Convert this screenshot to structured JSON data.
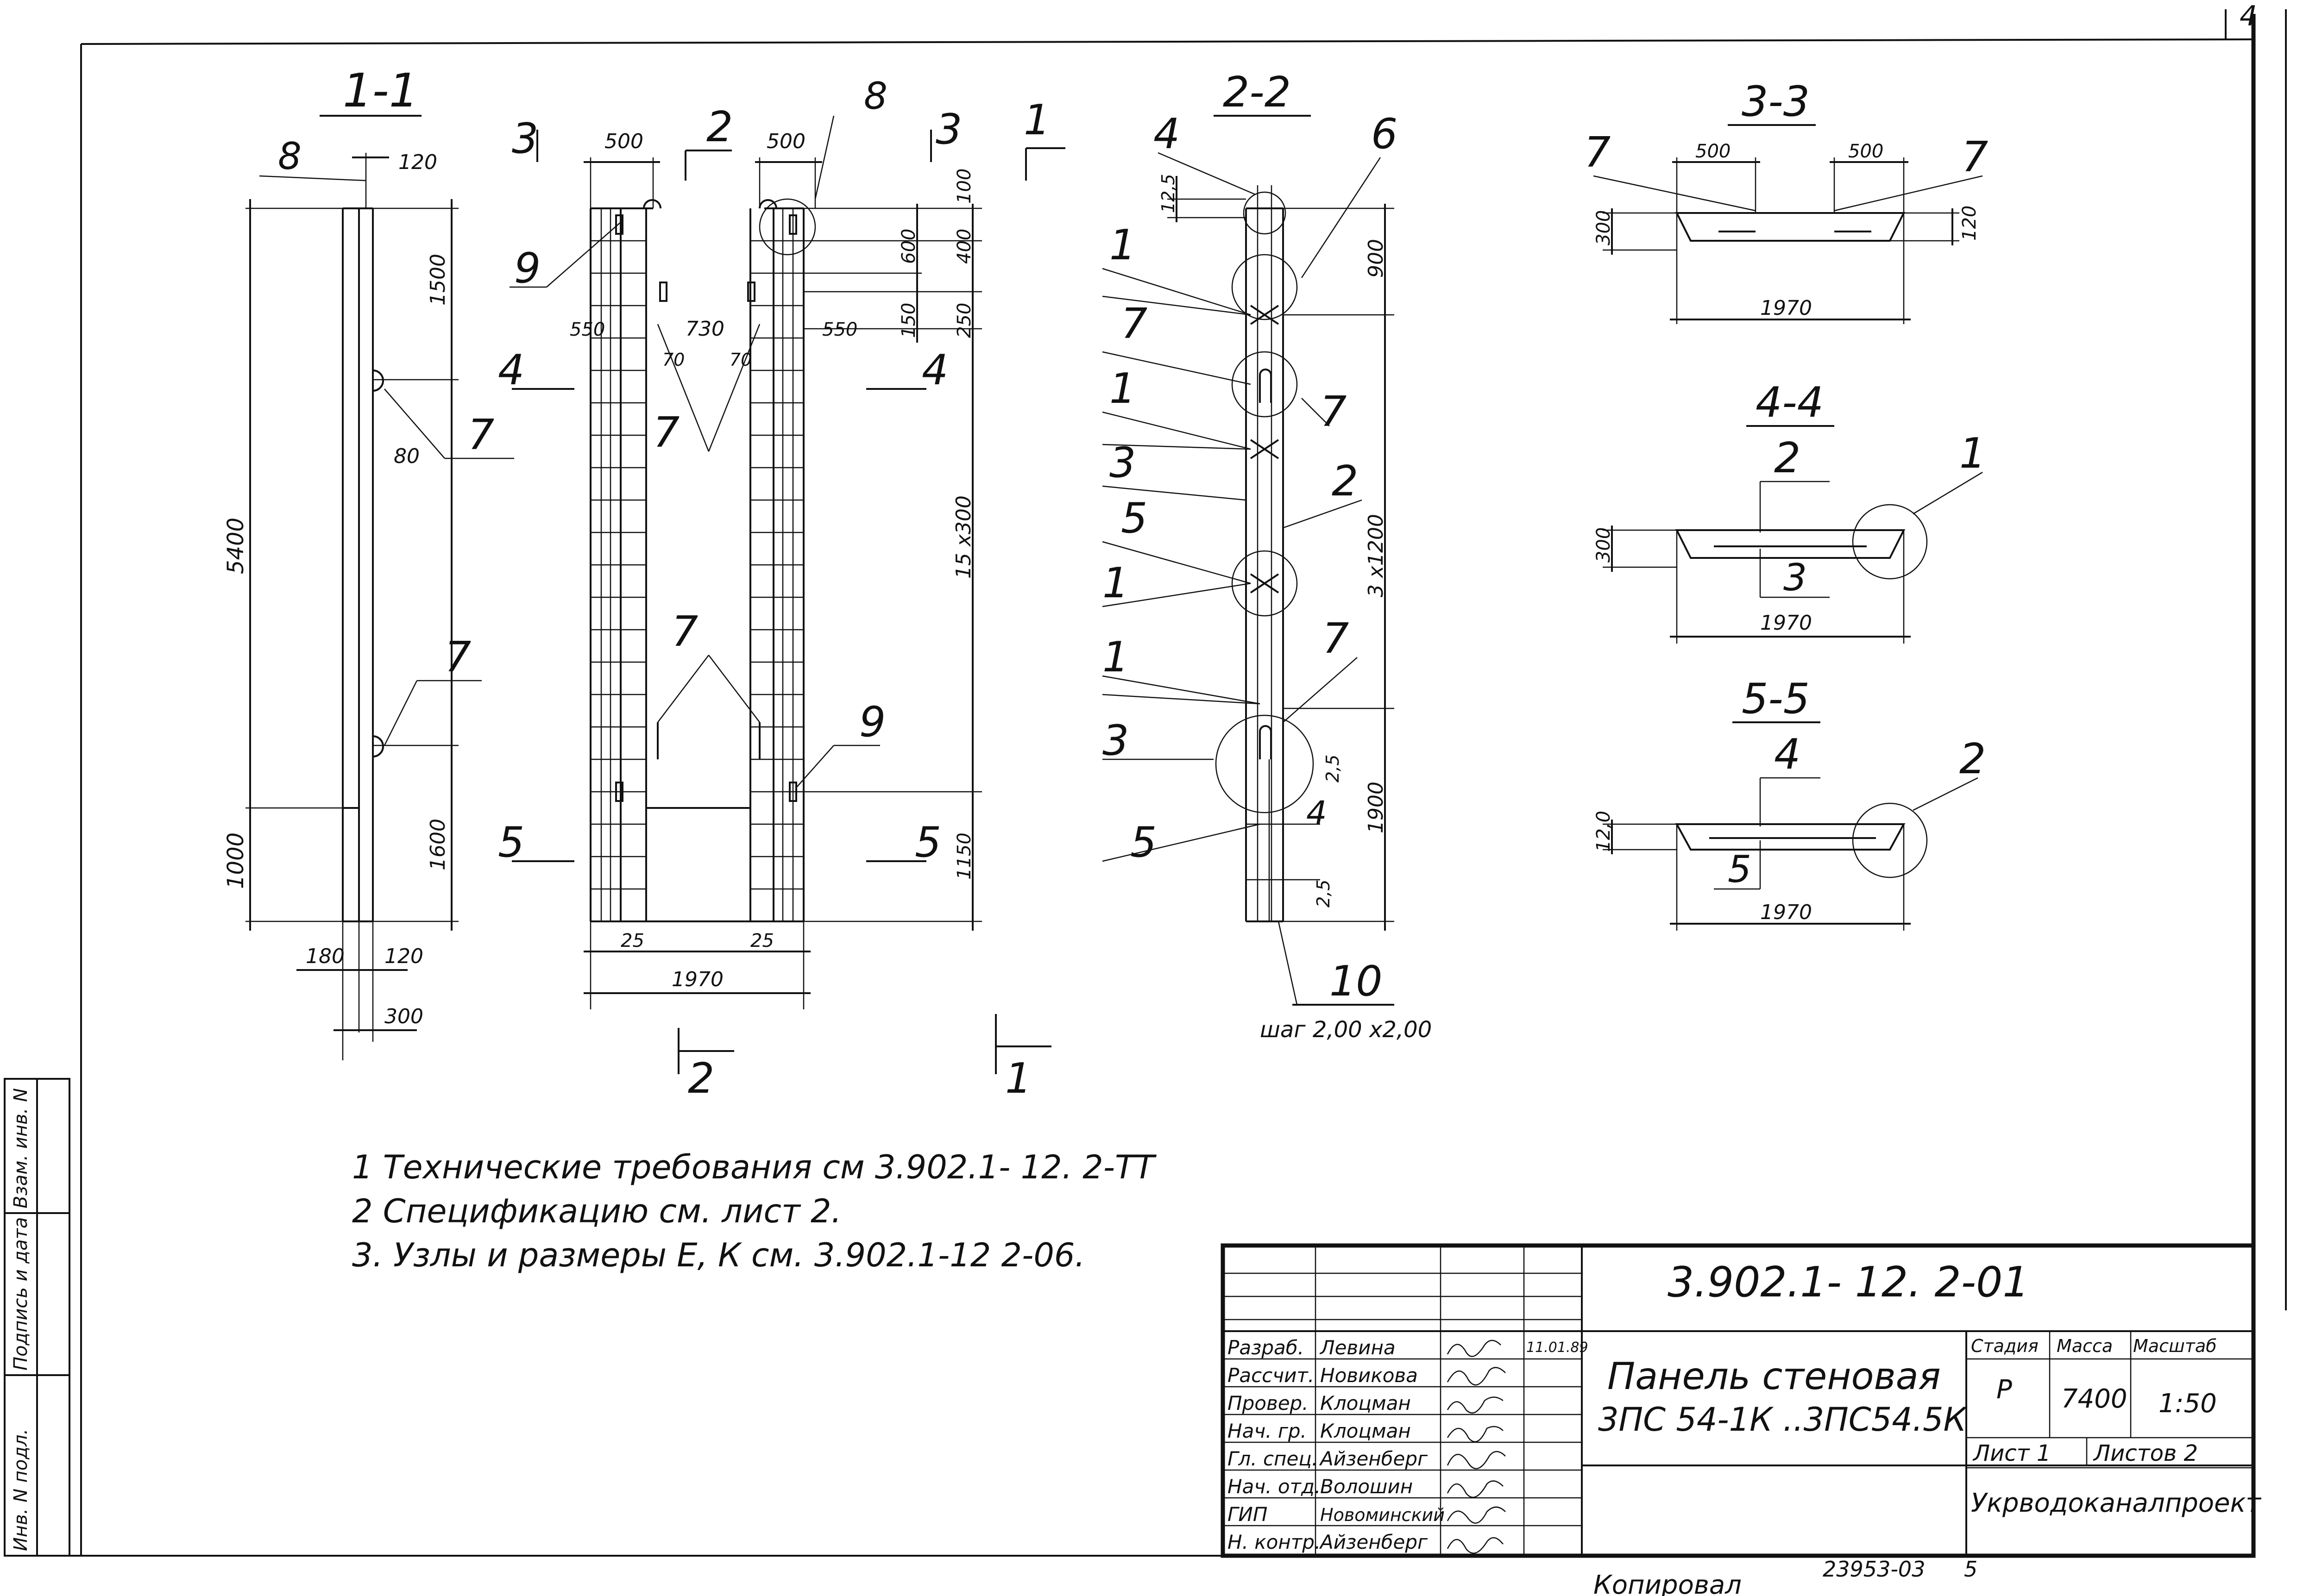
{
  "sheet_number": "4",
  "sections": {
    "s11": "1-1",
    "s22": "2-2",
    "s33": "3-3",
    "s44": "4-4",
    "s55": "5-5"
  },
  "callouts": {
    "c1": "1",
    "c2": "2",
    "c3": "3",
    "c4": "4",
    "c5": "5",
    "c6": "6",
    "c7": "7",
    "c8": "8",
    "c9": "9",
    "c10": "10"
  },
  "dims": {
    "d120": "120",
    "d1500": "1500",
    "d80": "80",
    "d5400": "5400",
    "d1000": "1000",
    "d1600": "1600",
    "d180": "180",
    "d300": "300",
    "d500": "500",
    "d100": "100",
    "d400": "400",
    "d600": "600",
    "d150": "150",
    "d250": "250",
    "d550": "550",
    "d730": "730",
    "d70": "70",
    "d15x300": "15 x300",
    "d1150": "1150",
    "d25": "25",
    "d1970": "1970",
    "d900": "900",
    "d3x1200": "3 x1200",
    "d1900": "1900",
    "d2_5": "2,5",
    "d12_5": "12,5",
    "d12_0": "12,0"
  },
  "pitch_label": "шаг 2,00 x2,00",
  "notes": [
    "1 Технические требования  см 3.902.1- 12. 2-ТТ",
    "2 Спецификацию  см. лист 2.",
    "3. Узлы и размеры  Е, К  см.  3.902.1-12    2-06."
  ],
  "side_stamp": [
    "Инв. N подл.",
    "Подпись и дата",
    "Взам. инв. N"
  ],
  "title_block": {
    "code": "3.902.1- 12. 2-01",
    "title_line1": "Панель стеновая",
    "title_line2": "3ПС 54-1К ..3ПС54.5К",
    "col_stage": "Стадия",
    "col_mass": "Масса",
    "col_scale": "Масштаб",
    "stage": "Р",
    "mass": "7400",
    "scale": "1:50",
    "sheet": "Лист 1",
    "sheets": "Листов 2",
    "org": "Укрводоканалпроект",
    "date": "11.01.89",
    "roles": [
      {
        "role": "Разраб.",
        "name": "Левина"
      },
      {
        "role": "Рассчит.",
        "name": "Новикова"
      },
      {
        "role": "Провер.",
        "name": "Клоцман"
      },
      {
        "role": "Нач. гр.",
        "name": "Клоцман"
      },
      {
        "role": "Гл. спец.",
        "name": "Айзенберг"
      },
      {
        "role": "Нач. отд.",
        "name": "Волошин"
      },
      {
        "role": "ГИП",
        "name": "Новоминский"
      },
      {
        "role": "Н. контр.",
        "name": "Айзенберг"
      }
    ]
  },
  "footer": {
    "copied": "Копировал",
    "order": "23953-03",
    "format": "5"
  }
}
